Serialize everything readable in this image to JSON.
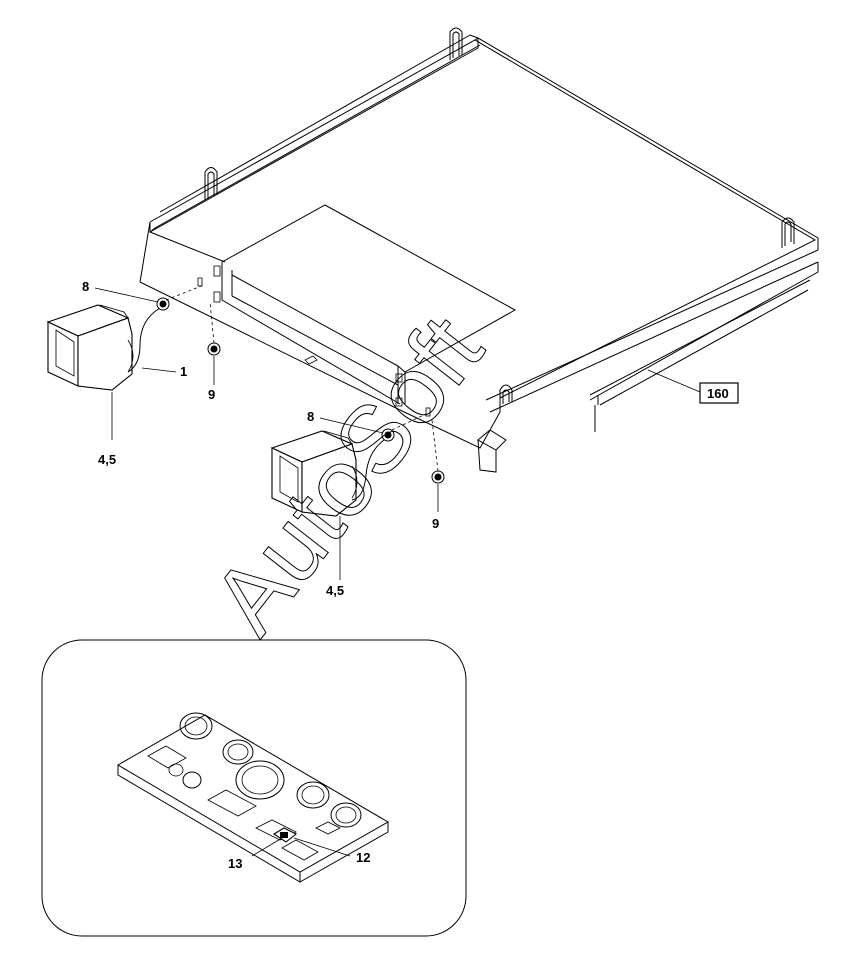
{
  "callouts": {
    "c8_top": "8",
    "c1": "1",
    "c9_top": "9",
    "c45_left": "4,5",
    "c8_mid": "8",
    "c9_mid": "9",
    "c45_mid": "4,5",
    "c160": "160",
    "c13": "13",
    "c12": "12"
  },
  "watermark": "AutoSoft"
}
